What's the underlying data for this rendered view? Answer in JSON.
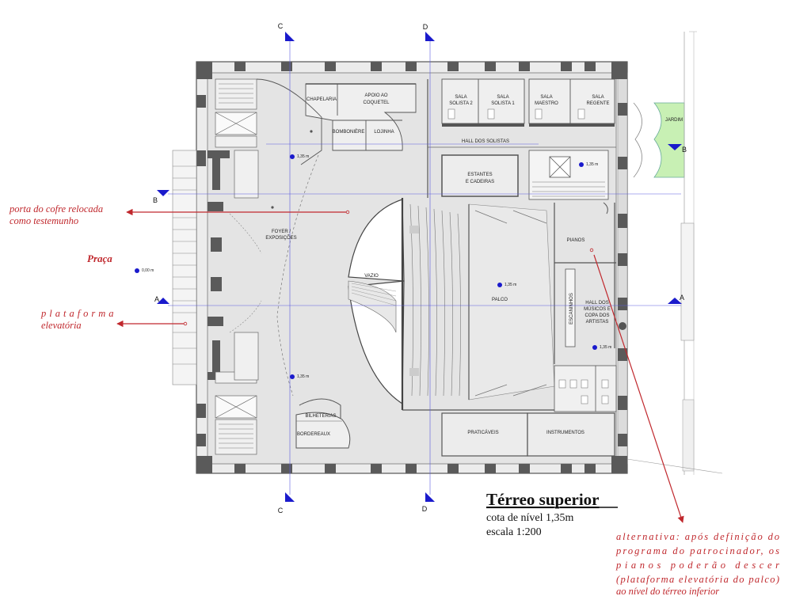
{
  "rooms": {
    "chapelaria": "CHAPELARIA",
    "apoio_1": "APOIO AO",
    "apoio_2": "COQUETEL",
    "bomboniere": "BOMBONIÈRE",
    "lojinha": "LOJINHA",
    "sala_solista2_1": "SALA",
    "sala_solista2_2": "SOLISTA 2",
    "sala_solista1_1": "SALA",
    "sala_solista1_2": "SOLISTA 1",
    "sala_maestro_1": "SALA",
    "sala_maestro_2": "MAESTRO",
    "sala_regente_1": "SALA",
    "sala_regente_2": "REGENTE",
    "jardim": "JARDIM",
    "hall_solistas": "HALL DOS SOLISTAS",
    "estantes_1": "ESTANTES",
    "estantes_2": "E CADEIRAS",
    "foyer_1": "FOYER /",
    "foyer_2": "EXPOSIÇÕES",
    "vazio": "VAZIO",
    "palco": "PALCO",
    "pianos": "PIANOS",
    "escaninhos": "ESCANINHOS",
    "hall_musicos_1": "HALL DOS",
    "hall_musicos_2": "MÚSICOS E",
    "hall_musicos_3": "COPA DOS",
    "hall_musicos_4": "ARTISTAS",
    "bilheterias": "BILHETERIAS",
    "bordereaux": "BORDEREAUX",
    "praticaveis": "PRATICÁVEIS",
    "instrumentos": "INSTRUMENTOS"
  },
  "levels": {
    "l1": "1,35 m",
    "l2": "1,35 m",
    "l3": "1,35 m",
    "l4": "1,35 m",
    "l5": "1,35 m",
    "l6": "0,00 m"
  },
  "sections": {
    "c_top": "C",
    "d_top": "D",
    "c_bottom": "C",
    "d_bottom": "D",
    "b_left": "B",
    "b_right": "B",
    "a_left": "A",
    "a_right": "A"
  },
  "annotations": {
    "porta_1": "porta do cofre relocada",
    "porta_2": "como testemunho",
    "praca": "Praça",
    "plataforma_1": "plataforma",
    "plataforma_2": "elevatória",
    "alt_1": "alternativa: após definição do",
    "alt_2": "programa do patrocinador, os",
    "alt_3": "pianos poderão descer",
    "alt_4": "(plataforma elevatória do palco)",
    "alt_5": "ao nível do térreo inferior"
  },
  "title_block": {
    "title": "Térreo superior",
    "level": "cota de nível 1,35m",
    "scale": "escala 1:200"
  },
  "colors": {
    "wall": "#5a5a5a",
    "floor": "#e6e6e6",
    "annotation": "#c0282d",
    "section_marker": "#1a1acc",
    "garden": "#c8f0b4"
  }
}
